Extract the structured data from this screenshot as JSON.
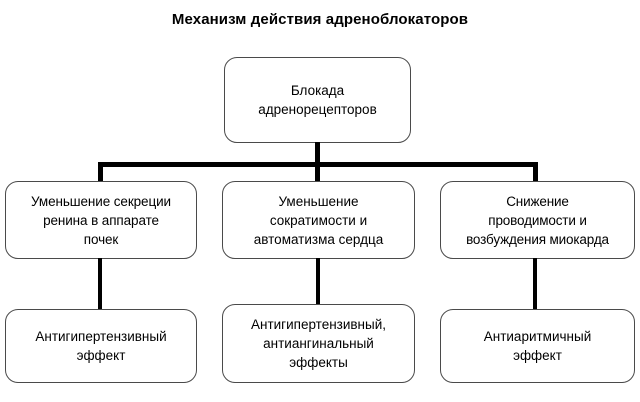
{
  "diagram": {
    "title": "Механизм действия адреноблокаторов",
    "type": "flowchart-tree",
    "nodes": {
      "root": {
        "id": "root",
        "label": "Блокада\nадренорецепторов",
        "level": 1
      },
      "middle": [
        {
          "id": "m1",
          "label": "Уменьшение секреции\nренина в аппарате\nпочек",
          "level": 2
        },
        {
          "id": "m2",
          "label": "Уменьшение\nсократимости и\nавтоматизма сердца",
          "level": 2
        },
        {
          "id": "m3",
          "label": "Снижение\nпроводимости и\nвозбуждения миокарда",
          "level": 2
        }
      ],
      "bottom": [
        {
          "id": "b1",
          "label": "Антигипертензивный\nэффект",
          "level": 3
        },
        {
          "id": "b2",
          "label": "Антигипертензивный,\nантиангинальный\nэффекты",
          "level": 3
        },
        {
          "id": "b3",
          "label": "Антиаритмичный\nэффект",
          "level": 3
        }
      ]
    },
    "colors": {
      "background": "#ffffff",
      "box_border": "#4a4a4a",
      "box_fill": "#ffffff",
      "connector": "#000000",
      "text": "#000000"
    }
  }
}
